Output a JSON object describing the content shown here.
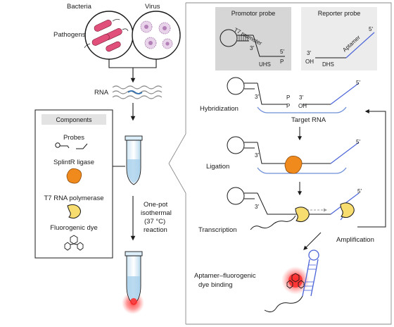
{
  "pathogens": {
    "label": "Pathogens",
    "bacteria_label": "Bacteria",
    "virus_label": "Virus",
    "rna_label": "RNA"
  },
  "components": {
    "header": "Components",
    "probes": "Probes",
    "ligase": "SplintR ligase",
    "polymerase": "T7 RNA polymerase",
    "dye": "Fluorogenic dye"
  },
  "process": {
    "one_pot": [
      "One-pot",
      "isothermal",
      "(37 °C)",
      "reaction"
    ]
  },
  "promotor_probe": {
    "title": "Promotor probe",
    "promoter_label": "T7 promoter",
    "three_prime": "3′",
    "five_prime": "5′",
    "p_label": "P",
    "uhs_label": "UHS"
  },
  "reporter_probe": {
    "title": "Reporter probe",
    "three_prime": "3′",
    "oh_label": "OH",
    "dhs_label": "DHS",
    "aptamer_label": "Aptamer",
    "five_prime": "5′"
  },
  "steps": {
    "hybridization": "Hybridization",
    "target_rna": "Target RNA",
    "ligation": "Ligation",
    "transcription": "Transcription",
    "amplification": "Amplification",
    "binding": [
      "Aptamer–fluorogenic",
      "dye binding"
    ],
    "hyb_p": "P",
    "hyb_3prime": "3′",
    "hyb_oh": "OH"
  },
  "colors": {
    "ligase": "#f08a1c",
    "polymerase": "#f7dc6f",
    "bacteria": "#e0507a",
    "virus": "#c79ac9",
    "dna": "#3a3a3a",
    "rna": "#6f8fd8",
    "aptamer": "#4a63d8",
    "glow": "#ff2a2a",
    "tube": "#9cc9e8"
  }
}
